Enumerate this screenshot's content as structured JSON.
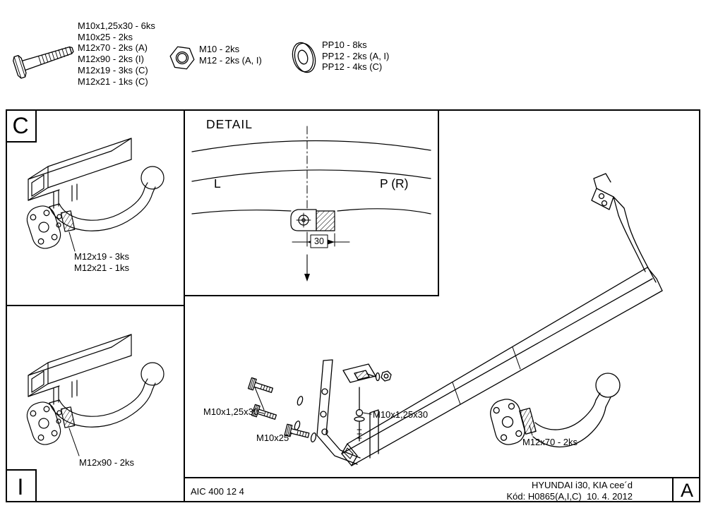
{
  "colors": {
    "ink": "#000000",
    "paper": "#ffffff"
  },
  "legend": {
    "bolt_items": [
      "M10x1,25x30 - 6ks",
      "M10x25 - 2ks",
      "M12x70 - 2ks (A)",
      "M12x90 - 2ks (I)",
      "M12x19 - 3ks (C)",
      "M12x21 - 1ks (C)"
    ],
    "nut_items": [
      "M10 - 2ks",
      "M12 - 2ks (A, I)"
    ],
    "washer_items": [
      "PP10 - 8ks",
      "PP12 - 2ks (A, I)",
      "PP12 - 4ks (C)"
    ]
  },
  "panels": {
    "c": {
      "letter": "C",
      "callouts": [
        "M12x19 - 3ks",
        "M12x21 - 1ks"
      ]
    },
    "i": {
      "letter": "I",
      "callout": "M12x90 - 2ks"
    },
    "a": {
      "letter": "A"
    }
  },
  "detail": {
    "title": "DETAIL",
    "left_side": "L",
    "right_side": "P (R)",
    "dimension_mm": "30"
  },
  "main_callouts": {
    "left_bolts": "M10x1,25x30",
    "lower_bolt": "M10x25",
    "center_bolt": "M10x1,25x30",
    "ball_bolts": "M12x70 - 2ks"
  },
  "footer": {
    "doc_number": "AIC 400 12 4",
    "vehicle": "HYUNDAI i30, KIA cee´d",
    "code": "Kód: H0865(A,I,C)  10. 4. 2012"
  }
}
